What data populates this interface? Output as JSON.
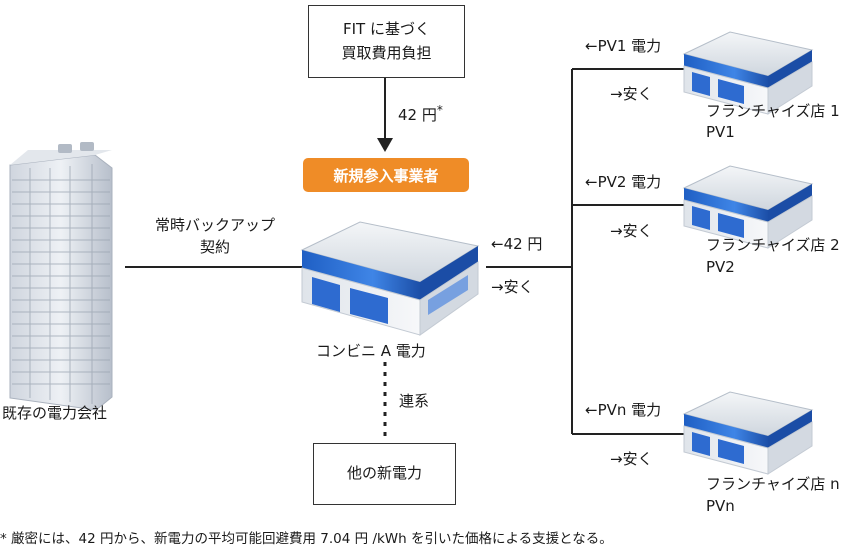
{
  "top_box": {
    "line1": "FIT に基づく",
    "line2": "買取費用負担"
  },
  "top_price": "42 円",
  "top_price_mark": "*",
  "new_entrant_badge": "新規参入事業者",
  "backup_label": {
    "line1": "常時バックアップ",
    "line2": "契約"
  },
  "existing_company_label": "既存の電力会社",
  "convenience_store_label": "コンビニ A 電力",
  "interconnection_label": "連系",
  "other_provider_box": "他の新電力",
  "center_incoming": "←42 円",
  "center_outgoing": "→安く",
  "branches": [
    {
      "incoming": "←PV1 電力",
      "outgoing": "→安く",
      "store": "フランチャイズ店 1",
      "pv": "PV1"
    },
    {
      "incoming": "←PV2 電力",
      "outgoing": "→安く",
      "store": "フランチャイズ店 2",
      "pv": "PV2"
    },
    {
      "incoming": "←PVn 電力",
      "outgoing": "→安く",
      "store": "フランチャイズ店 n",
      "pv": "PVn"
    }
  ],
  "footnote": "* 厳密には、42 円から、新電力の平均可能回避費用 7.04 円 /kWh を引いた価格による支援となる。",
  "colors": {
    "badge": "#ef8c27",
    "roof_blue": "#2f6fd0",
    "line": "#222222"
  }
}
